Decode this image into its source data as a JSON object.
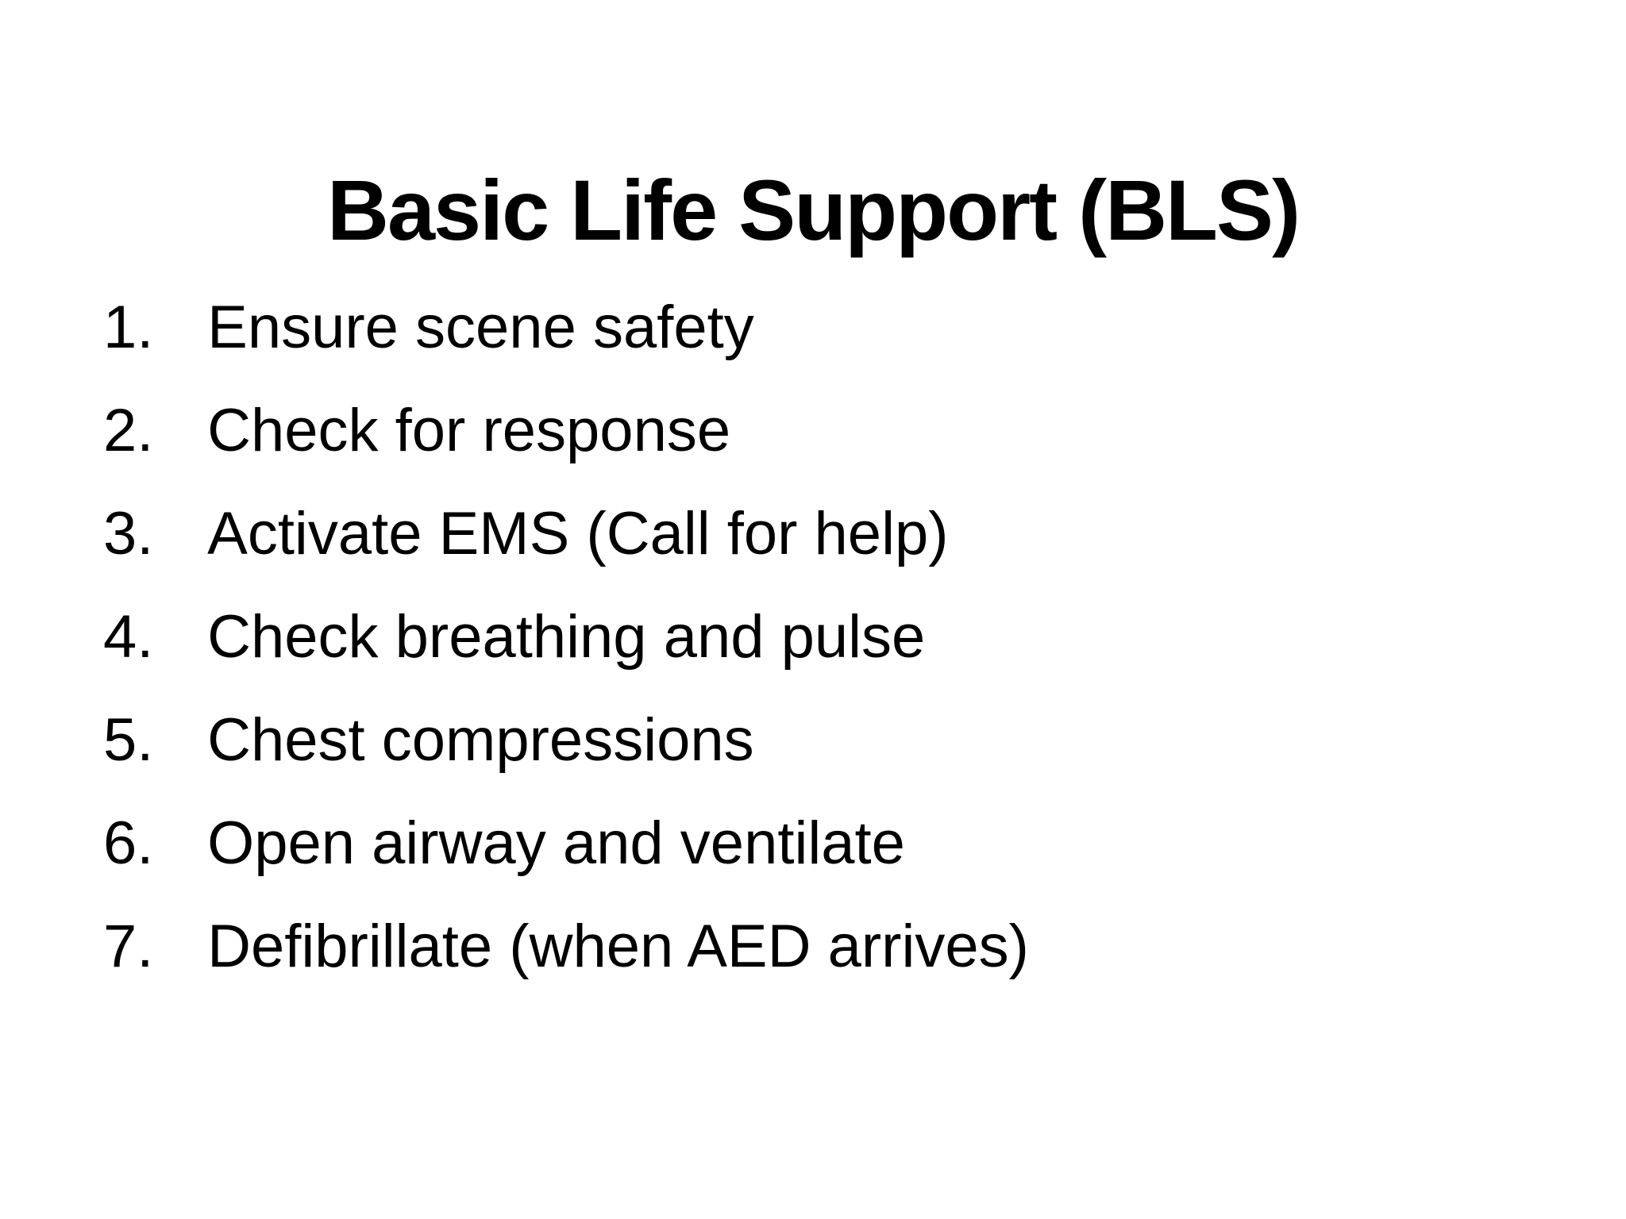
{
  "colors": {
    "background": "#ffffff",
    "text": "#000000"
  },
  "slide": {
    "title": "Basic Life Support (BLS)",
    "steps": [
      {
        "number": "1.",
        "text": "Ensure scene safety"
      },
      {
        "number": "2.",
        "text": "Check for response"
      },
      {
        "number": "3.",
        "text": "Activate EMS (Call for help)"
      },
      {
        "number": "4.",
        "text": "Check breathing and pulse"
      },
      {
        "number": "5.",
        "text": "Chest compressions"
      },
      {
        "number": "6.",
        "text": "Open airway and ventilate"
      },
      {
        "number": "7.",
        "text": "Defibrillate (when AED arrives)"
      }
    ]
  }
}
